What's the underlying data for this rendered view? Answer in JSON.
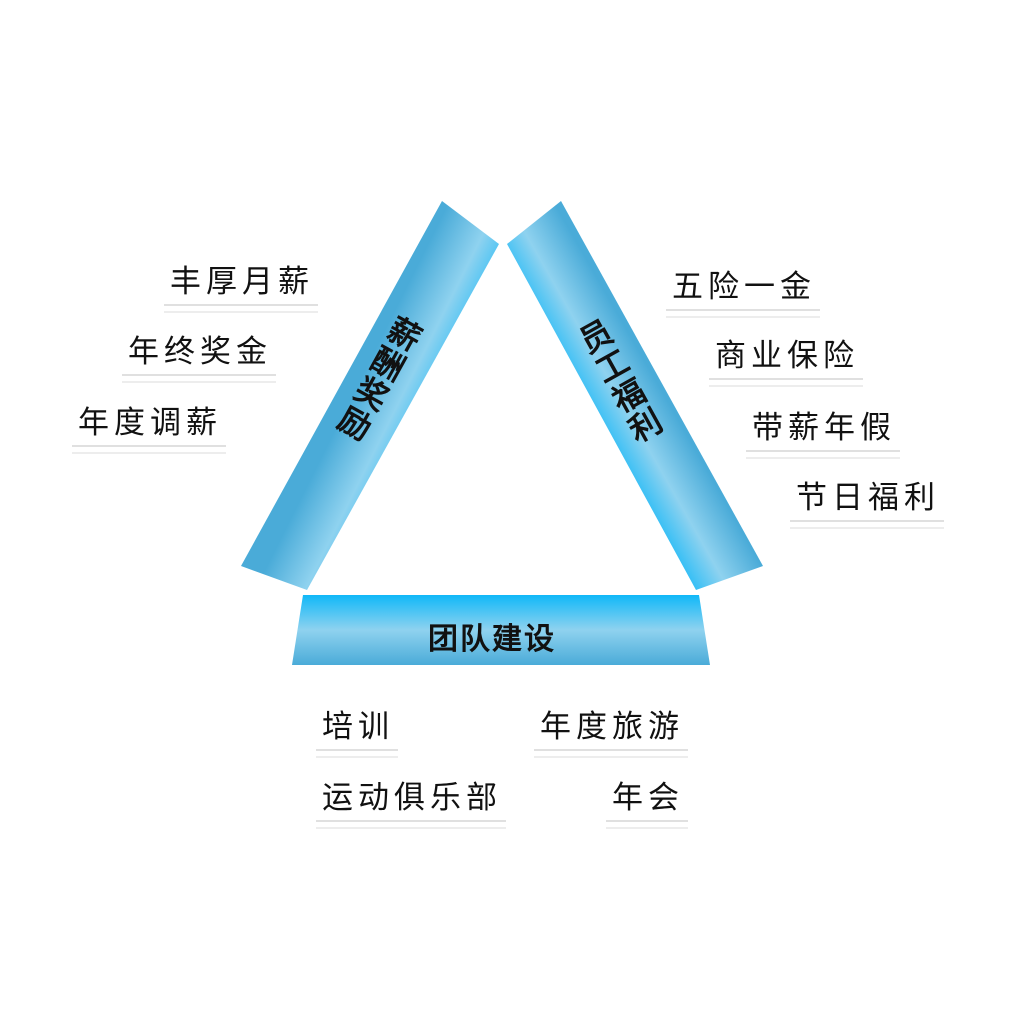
{
  "pillars": {
    "compensation": {
      "title": "薪酬奖励",
      "items": [
        "丰厚月薪",
        "年终奖金",
        "年度调薪"
      ]
    },
    "welfare": {
      "title": "员工福利",
      "items": [
        "五险一金",
        "商业保险",
        "带薪年假",
        "节日福利"
      ]
    },
    "team": {
      "title": "团队建设",
      "items": [
        "培训",
        "年度旅游",
        "运动俱乐部",
        "年会"
      ]
    }
  },
  "colors": {
    "bar_dark": "#4aabd8",
    "bar_light": "#8fd2ef",
    "bar_bright": "#10b8f8"
  }
}
